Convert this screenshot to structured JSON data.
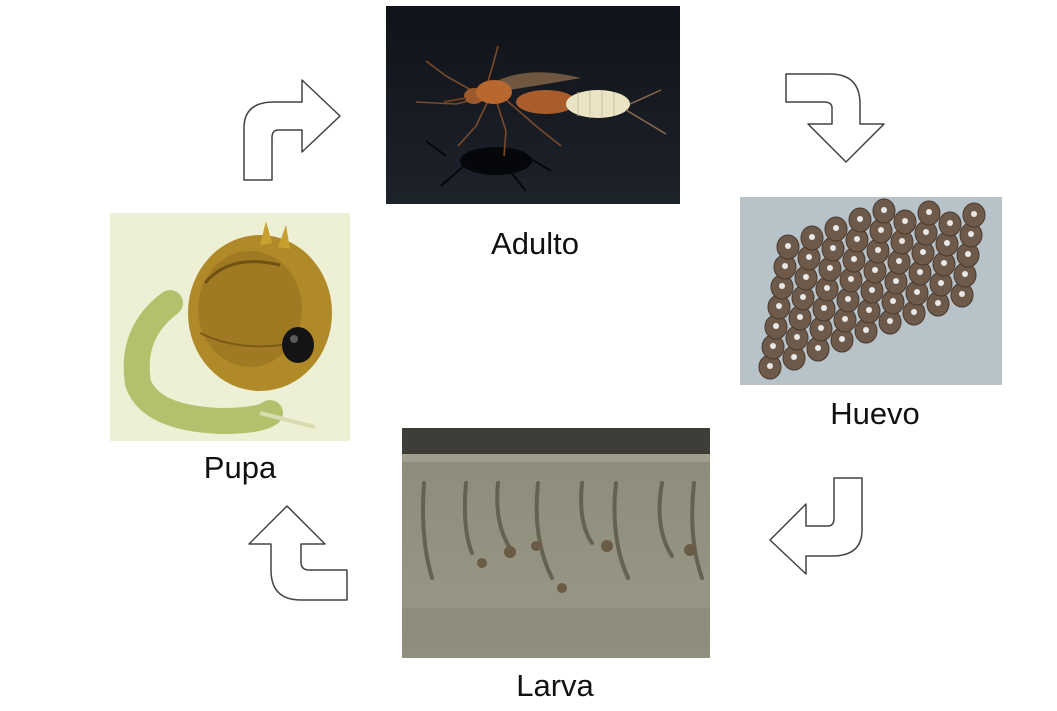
{
  "stages": {
    "adult": {
      "label": "Adulto"
    },
    "egg": {
      "label": "Huevo"
    },
    "larva": {
      "label": "Larva"
    },
    "pupa": {
      "label": "Pupa"
    }
  },
  "colors": {
    "background": "#ffffff",
    "arrow_stroke": "#444444",
    "arrow_fill": "#ffffff"
  },
  "icons": [
    "curved-arrow-icon"
  ]
}
